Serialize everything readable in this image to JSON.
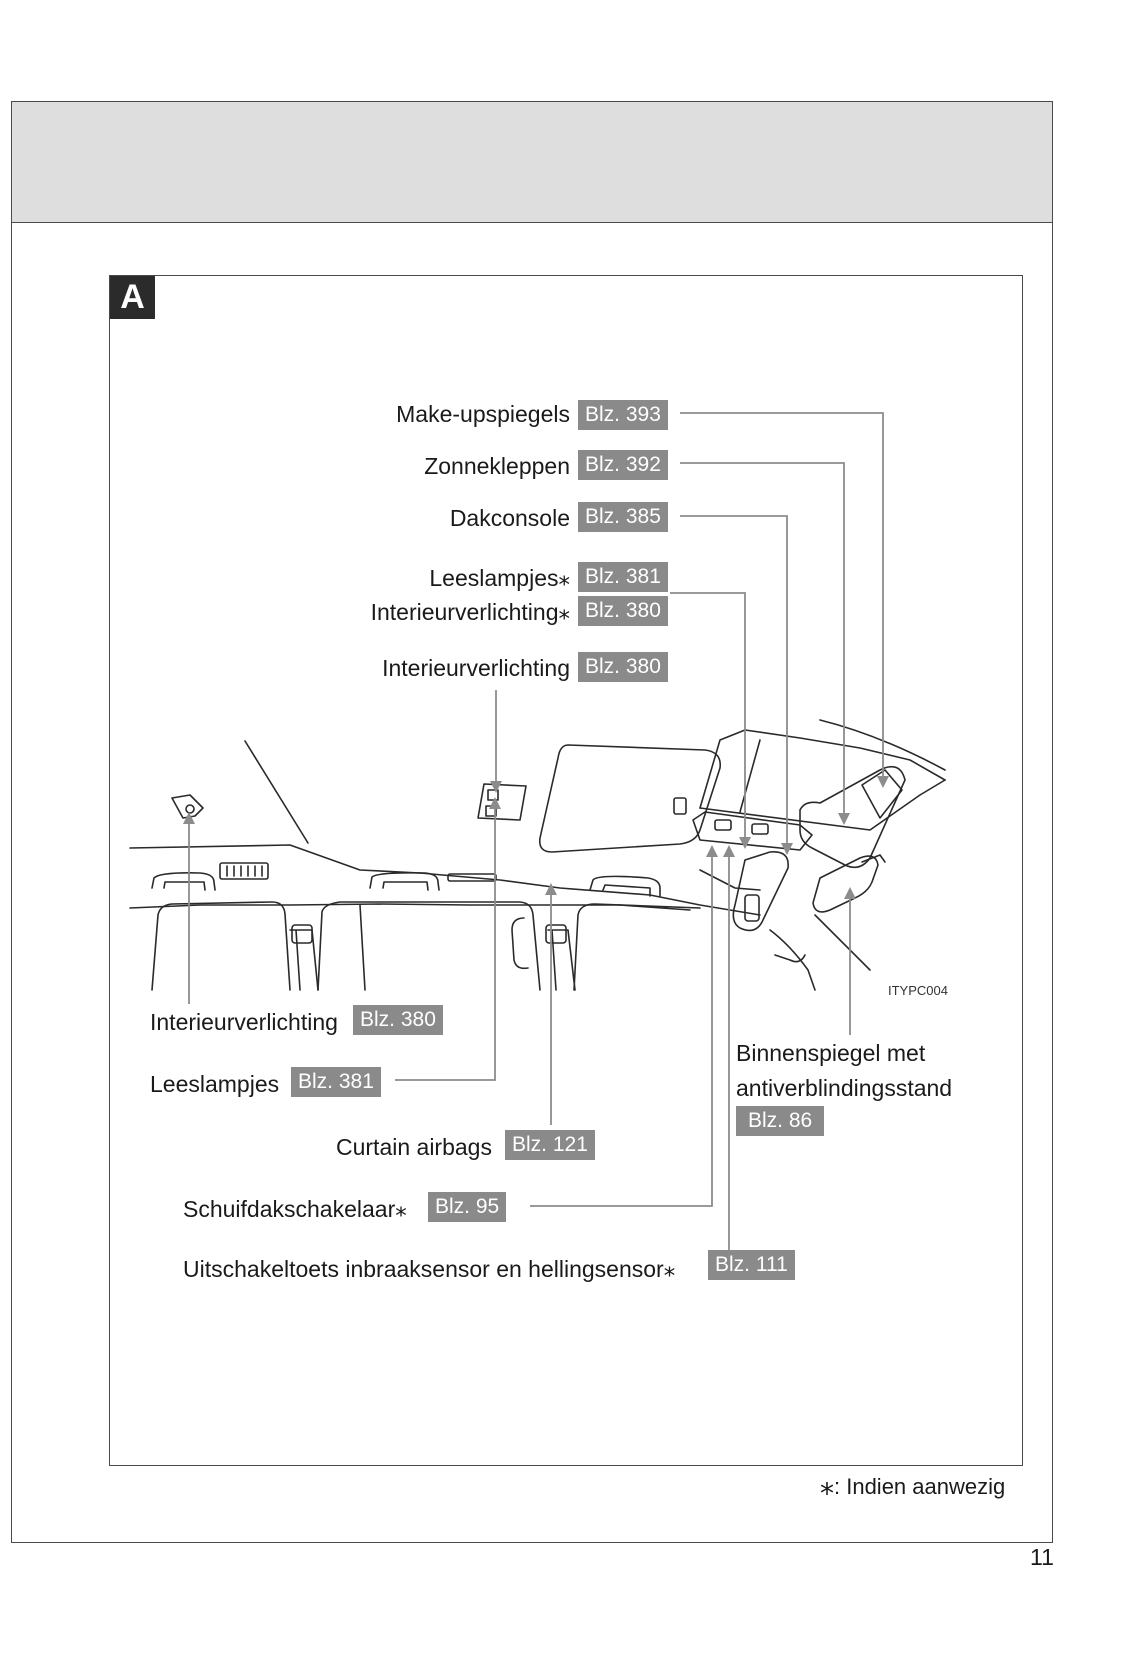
{
  "section": {
    "letter": "A"
  },
  "callouts_top": [
    {
      "label": "Make-upspiegels",
      "page": "Blz. 393"
    },
    {
      "label": "Zonnekleppen",
      "page": "Blz. 392"
    },
    {
      "label": "Dakconsole",
      "page": "Blz. 385"
    },
    {
      "label": "Leeslampjes⁎",
      "page": "Blz. 381"
    },
    {
      "label": "Interieurverlichting⁎",
      "page": "Blz. 380"
    },
    {
      "label": "Interieurverlichting",
      "page": "Blz. 380"
    }
  ],
  "callouts_bottom": [
    {
      "label": "Interieurverlichting",
      "page": "Blz. 380"
    },
    {
      "label": "Leeslampjes",
      "page": "Blz. 381"
    },
    {
      "label": "Curtain airbags",
      "page": "Blz. 121"
    },
    {
      "label": "Schuifdakschakelaar⁎",
      "page": "Blz. 95"
    },
    {
      "label": "Uitschakeltoets inbraaksensor en hellingsensor⁎",
      "page": "Blz. 111"
    }
  ],
  "mirror_callout": {
    "line1": "Binnenspiegel met",
    "line2": "antiverblindingsstand",
    "page": "Blz. 86"
  },
  "illustration_code": "ITYPC004",
  "footnote": {
    "symbol": "⁎",
    "text": ": Indien aanwezig"
  },
  "page_number": "11",
  "colors": {
    "header_band": "#dedede",
    "page_tag": "#8a8a8a",
    "section_tab": "#2b2b2b",
    "leader_line": "#8c8c8c"
  }
}
